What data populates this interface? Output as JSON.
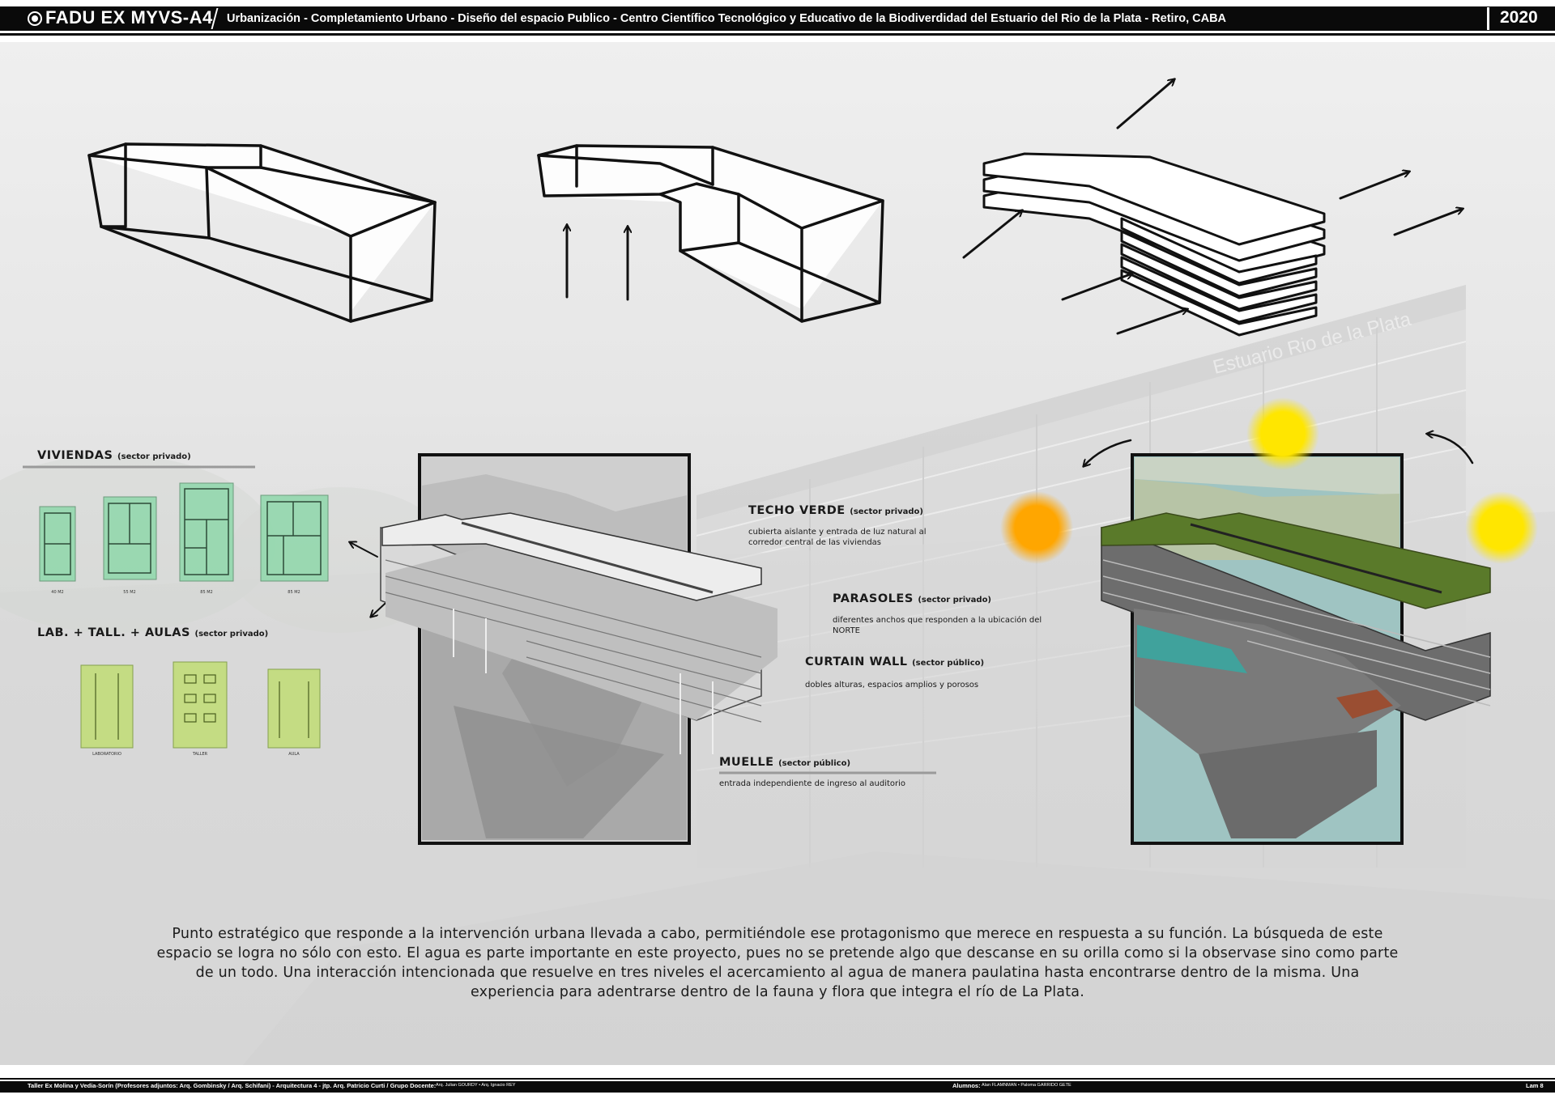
{
  "header": {
    "brand": "FADU EX MYVS-A4",
    "subject": "Urbanización - Completamiento Urbano - Diseño del espacio Publico - Centro Científico Tecnológico y Educativo de la Biodiverdidad del Estuario del Rio de la Plata   - Retiro, CABA",
    "year": "2020"
  },
  "background": {
    "facade_sign": "Estuario Rio de la Plata"
  },
  "sections": {
    "viviendas": {
      "title": "VIVIENDAS",
      "subtitle": "(sector privado)"
    },
    "plans_viviendas": [
      "40 M2",
      "55 M2",
      "85 M2",
      "85 M2"
    ],
    "lab": {
      "title": "LAB. + TALL. + AULAS",
      "subtitle": "(sector privado)"
    },
    "plans_lab": [
      "LABORATORIO",
      "TALLER",
      "AULA"
    ]
  },
  "annotations": {
    "techo": {
      "title": "TECHO VERDE",
      "subtitle": "(sector privado)",
      "desc": "cubierta aislante y entrada de luz natural al corredor central de las viviendas"
    },
    "parasoles": {
      "title": "PARASOLES",
      "subtitle": "(sector privado)",
      "desc": "diferentes anchos que responden a la ubicación del NORTE"
    },
    "curtain": {
      "title": "CURTAIN WALL",
      "subtitle": "(sector público)",
      "desc": "dobles alturas, espacios amplios y porosos"
    },
    "muelle": {
      "title": "MUELLE",
      "subtitle": "(sector público)",
      "desc": "entrada independiente de ingreso al auditorio"
    }
  },
  "paragraph": "Punto estratégico que responde a la intervención urbana llevada a cabo, permitiéndole ese protagonismo que merece en respuesta a su función. La búsqueda de este espacio se logra no sólo con esto. El agua es parte importante en este proyecto, pues no se pretende algo que descanse en su orilla como si la observase sino como parte de un todo. Una interacción intencionada que resuelve en tres niveles el acercamiento al agua de manera paulatina hasta encontrarse dentro de la misma. Una experiencia para adentrarse dentro de la fauna y flora que integra el río de La Plata.",
  "footer": {
    "taller": "Taller Ex Molina y Vedia-Sorín (Profesores adjuntos:  Arq. Gombinsky / Arq. Schifani) - Arquitectura 4 - jtp. Arq. Patricio Curti / Grupo Docente:",
    "docentes": "Arq. Julian GOURDY • Arq. Ignacio REY",
    "alumnos_label": "Alumnos:",
    "alumnos": "Alan FLAMNMAN • Paloma GARRIDO GETE",
    "lamina": "Lam 8"
  },
  "colors": {
    "ink": "#111111",
    "housing_green": "#8fd8ab",
    "lab_green": "#c2dd7a",
    "roof_green": "#5a7a2a",
    "water": "#9fc4c2",
    "sun_yellow": "#ffe600",
    "sun_orange": "#ffa600"
  }
}
